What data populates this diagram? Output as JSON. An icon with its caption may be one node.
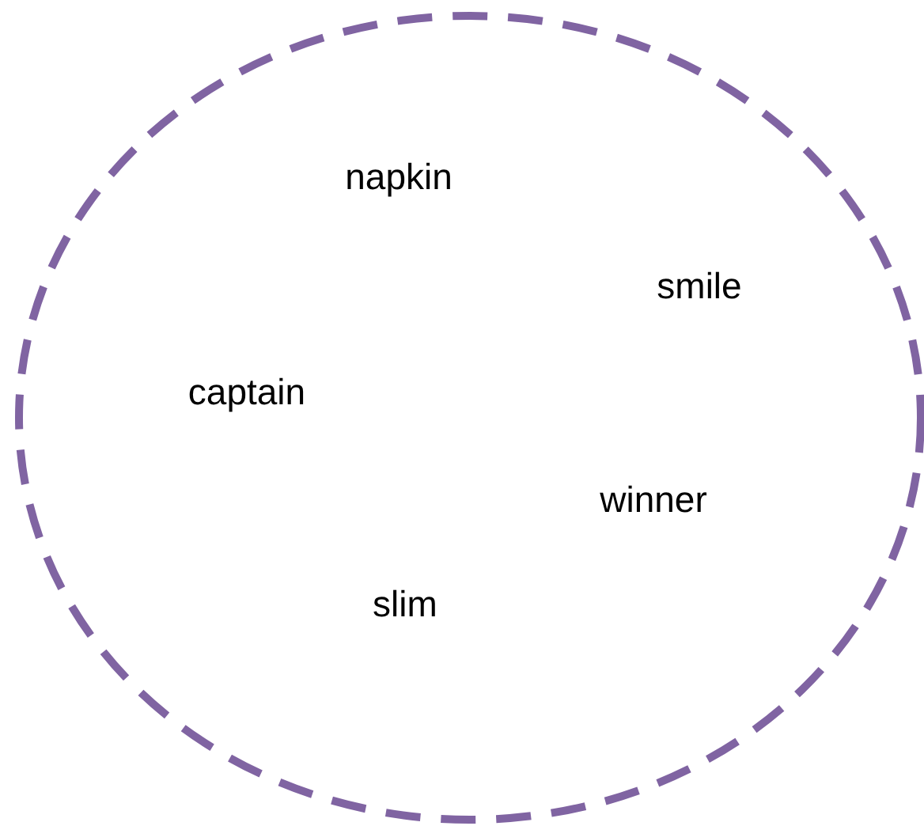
{
  "diagram": {
    "nodes": [
      {
        "text": [
          "napkin",
          "smile",
          "captain",
          "winner",
          "slim"
        ]
      }
    ]
  }
}
